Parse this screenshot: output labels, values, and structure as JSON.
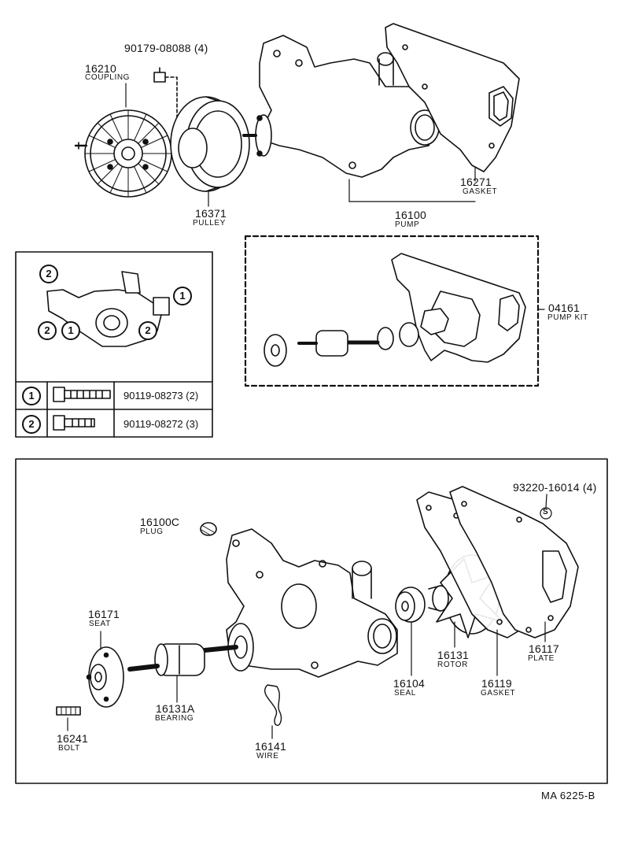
{
  "top": {
    "bolt_90179": "90179-08088 (4)",
    "coupling": {
      "pn": "16210",
      "name": "COUPLING"
    },
    "pulley": {
      "pn": "16371",
      "name": "PULLEY"
    },
    "gasket": {
      "pn": "16271",
      "name": "GASKET"
    },
    "pump": {
      "pn": "16100",
      "name": "PUMP"
    },
    "pump_kit": {
      "pn": "04161",
      "name": "PUMP KIT"
    }
  },
  "inset": {
    "callouts": [
      "2",
      "1",
      "2",
      "1",
      "2"
    ],
    "rows": [
      {
        "num": "1",
        "part": "90119-08273 (2)"
      },
      {
        "num": "2",
        "part": "90119-08272 (3)"
      }
    ]
  },
  "detail": {
    "bolt_93220": "93220-16014 (4)",
    "s_mark": "S",
    "plug": {
      "pn": "16100C",
      "name": "PLUG"
    },
    "seat": {
      "pn": "16171",
      "name": "SEAT"
    },
    "bearing": {
      "pn": "16131A",
      "name": "BEARING"
    },
    "bolt": {
      "pn": "16241",
      "name": "BOLT"
    },
    "wire": {
      "pn": "16141",
      "name": "WIRE"
    },
    "seal": {
      "pn": "16104",
      "name": "SEAL"
    },
    "rotor": {
      "pn": "16131",
      "name": "ROTOR"
    },
    "gasket": {
      "pn": "16119",
      "name": "GASKET"
    },
    "plate": {
      "pn": "16117",
      "name": "PLATE"
    }
  },
  "code": "MA 6225-B"
}
